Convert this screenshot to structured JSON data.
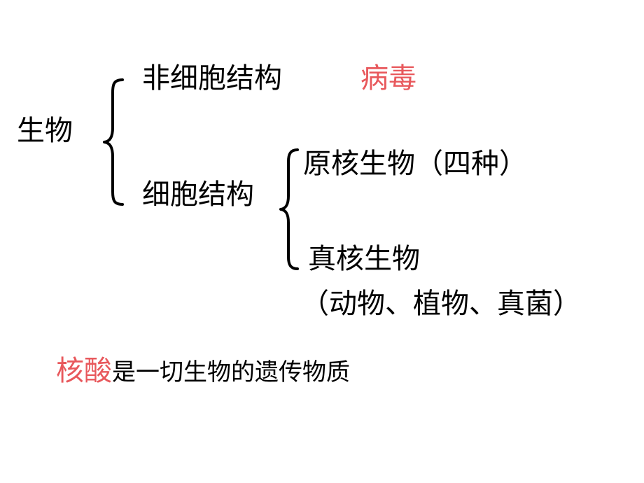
{
  "root": {
    "label": "生物"
  },
  "branch_noncellular": {
    "label": "非细胞结构",
    "example": "病毒"
  },
  "branch_cellular": {
    "label": "细胞结构",
    "prokaryote": "原核生物（四种）",
    "eukaryote": "真核生物",
    "eukaryote_examples": "（动物、植物、真菌）"
  },
  "note": {
    "highlight": "核酸",
    "text": "是一切生物的遗传物质"
  },
  "colors": {
    "highlight": "#e8585c",
    "text": "#000000"
  }
}
